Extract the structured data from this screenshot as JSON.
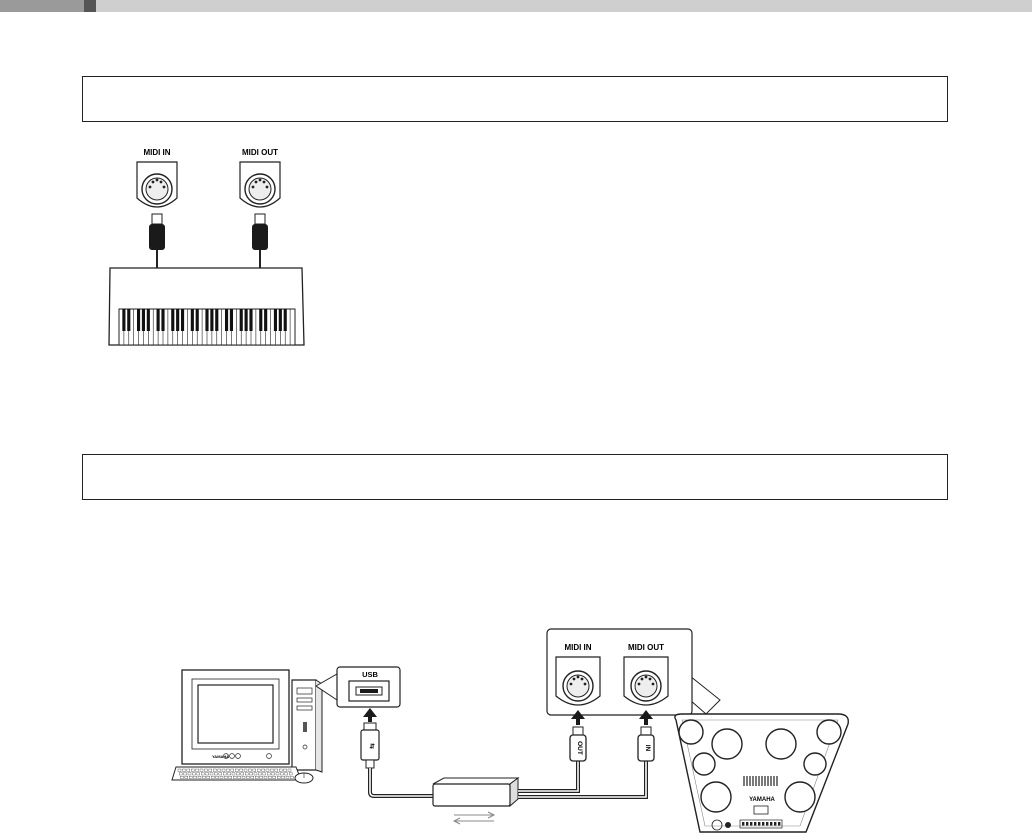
{
  "diagram_1": {
    "labels": {
      "midi_in": "MIDI IN",
      "midi_out": "MIDI OUT"
    }
  },
  "diagram_2": {
    "usb_label": "USB",
    "plug_labels": {
      "out": "OUT",
      "in": "IN"
    },
    "labels": {
      "midi_in": "MIDI IN",
      "midi_out": "MIDI OUT"
    },
    "brand": "YAMAHA"
  }
}
